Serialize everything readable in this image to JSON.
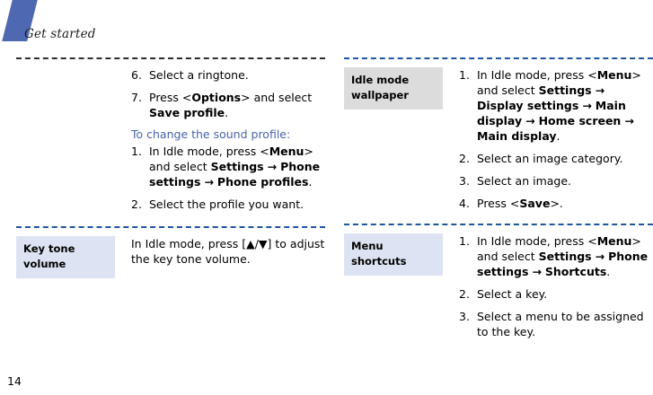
{
  "document": {
    "chapter_title": "Get started",
    "page_number": "14",
    "accent_color": "#4f68b2",
    "link_color": "#4a62ad",
    "label_bg_blue": "#dde3f2",
    "label_bg_gray": "#dcdcdc",
    "separator_color_dark": "#2d2d2d",
    "separator_color_blue": "#1f56a0"
  },
  "left_column": {
    "sound_profile": {
      "steps_continued": [
        {
          "num": "6.",
          "text": "Select a ringtone."
        },
        {
          "num": "7.",
          "text_parts": [
            "Press <",
            "Options",
            "> and select ",
            "Save profile",
            "."
          ]
        }
      ],
      "subheading": "To change the sound profile:",
      "steps": [
        {
          "num": "1.",
          "text_parts": [
            "In Idle mode, press <",
            "Menu",
            "> and select ",
            "Settings",
            " → ",
            "Phone settings",
            " → ",
            "Phone profiles",
            "."
          ]
        },
        {
          "num": "2.",
          "text": "Select the profile you want."
        }
      ]
    },
    "key_tone_volume": {
      "label": "Key tone volume",
      "label_style": "blue",
      "body": "In Idle mode, press [▲/▼] to adjust the key tone volume."
    }
  },
  "right_column": {
    "idle_mode_wallpaper": {
      "label": "Idle mode wallpaper",
      "label_style": "gray",
      "steps": [
        {
          "num": "1.",
          "text_parts": [
            "In Idle mode, press <",
            "Menu",
            "> and select ",
            "Settings",
            " → ",
            "Display settings",
            " → ",
            "Main display",
            " → ",
            "Home screen",
            " → ",
            "Main display",
            "."
          ]
        },
        {
          "num": "2.",
          "text": "Select an image category."
        },
        {
          "num": "3.",
          "text": "Select an image."
        },
        {
          "num": "4.",
          "text_parts": [
            "Press <",
            "Save",
            ">."
          ]
        }
      ]
    },
    "menu_shortcuts": {
      "label": "Menu shortcuts",
      "label_style": "blue",
      "steps": [
        {
          "num": "1.",
          "text_parts": [
            "In Idle mode, press <",
            "Menu",
            "> and select ",
            "Settings",
            " → ",
            "Phone settings",
            " → ",
            "Shortcuts",
            "."
          ]
        },
        {
          "num": "2.",
          "text": "Select a key."
        },
        {
          "num": "3.",
          "text": "Select a menu to be assigned to the key."
        }
      ]
    }
  }
}
